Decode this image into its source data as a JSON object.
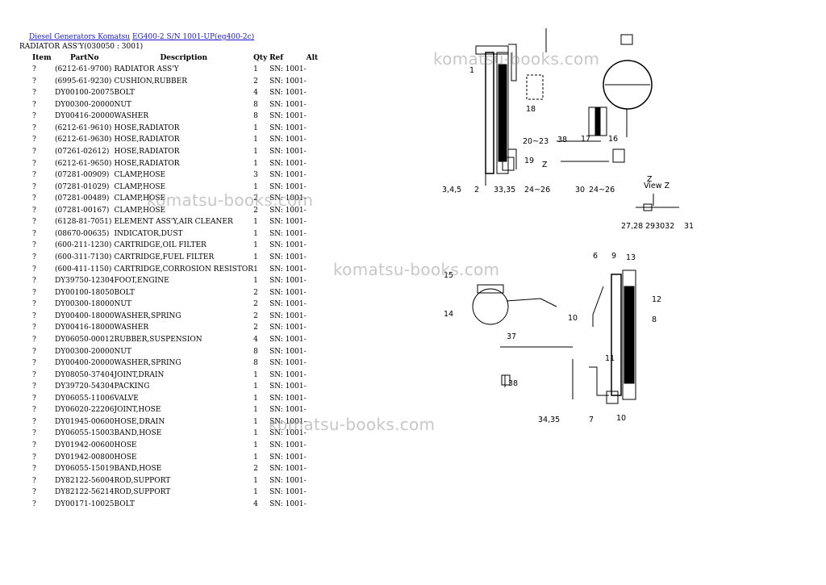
{
  "breadcrumb": {
    "link1": "Diesel Generators Komatsu",
    "link2": "EG400-2 S/N 1001-UP(eg400-2c)"
  },
  "section_title": "RADIATOR ASS'Y(030050 : 3001)",
  "columns": {
    "item": "Item",
    "partno": "PartNo",
    "description": "Description",
    "qty": "Qty",
    "ref": "Ref",
    "alt": "Alt"
  },
  "rows": [
    {
      "item": "?",
      "partno": "(6212-61-9700)",
      "desc": "RADIATOR ASS'Y",
      "qty": "1",
      "ref": "SN: 1001-"
    },
    {
      "item": "?",
      "partno": "(6995-61-9230)",
      "desc": "CUSHION,RUBBER",
      "qty": "2",
      "ref": "SN: 1001-"
    },
    {
      "item": "?",
      "partno": "DY00100-20075",
      "desc": "BOLT",
      "qty": "4",
      "ref": "SN: 1001-"
    },
    {
      "item": "?",
      "partno": "DY00300-20000",
      "desc": "NUT",
      "qty": "8",
      "ref": "SN: 1001-"
    },
    {
      "item": "?",
      "partno": "DY00416-20000",
      "desc": "WASHER",
      "qty": "8",
      "ref": "SN: 1001-"
    },
    {
      "item": "?",
      "partno": "(6212-61-9610)",
      "desc": "HOSE,RADIATOR",
      "qty": "1",
      "ref": "SN: 1001-"
    },
    {
      "item": "?",
      "partno": "(6212-61-9630)",
      "desc": "HOSE,RADIATOR",
      "qty": "1",
      "ref": "SN: 1001-"
    },
    {
      "item": "?",
      "partno": "(07261-02612)",
      "desc": "HOSE,RADIATOR",
      "qty": "1",
      "ref": "SN: 1001-"
    },
    {
      "item": "?",
      "partno": "(6212-61-9650)",
      "desc": "HOSE,RADIATOR",
      "qty": "1",
      "ref": "SN: 1001-"
    },
    {
      "item": "?",
      "partno": "(07281-00909)",
      "desc": "CLAMP,HOSE",
      "qty": "3",
      "ref": "SN: 1001-"
    },
    {
      "item": "?",
      "partno": "(07281-01029)",
      "desc": "CLAMP,HOSE",
      "qty": "1",
      "ref": "SN: 1001-"
    },
    {
      "item": "?",
      "partno": "(07281-00489)",
      "desc": "CLAMP,HOSE",
      "qty": "2",
      "ref": "SN: 1001-"
    },
    {
      "item": "?",
      "partno": "(07281-00167)",
      "desc": "CLAMP,HOSE",
      "qty": "2",
      "ref": "SN: 1001-"
    },
    {
      "item": "?",
      "partno": "(6128-81-7051)",
      "desc": "ELEMENT ASS'Y,AIR CLEANER",
      "qty": "1",
      "ref": "SN: 1001-"
    },
    {
      "item": "?",
      "partno": "(08670-00635)",
      "desc": "INDICATOR,DUST",
      "qty": "1",
      "ref": "SN: 1001-"
    },
    {
      "item": "?",
      "partno": "(600-211-1230)",
      "desc": "CARTRIDGE,OIL FILTER",
      "qty": "1",
      "ref": "SN: 1001-"
    },
    {
      "item": "?",
      "partno": "(600-311-7130)",
      "desc": "CARTRIDGE,FUEL FILTER",
      "qty": "1",
      "ref": "SN: 1001-"
    },
    {
      "item": "?",
      "partno": "(600-411-1150)",
      "desc": "CARTRIDGE,CORROSION RESISTOR",
      "qty": "1",
      "ref": "SN: 1001-"
    },
    {
      "item": "?",
      "partno": "DY39750-12304",
      "desc": "FOOT,ENGINE",
      "qty": "1",
      "ref": "SN: 1001-"
    },
    {
      "item": "?",
      "partno": "DY00100-18050",
      "desc": "BOLT",
      "qty": "2",
      "ref": "SN: 1001-"
    },
    {
      "item": "?",
      "partno": "DY00300-18000",
      "desc": "NUT",
      "qty": "2",
      "ref": "SN: 1001-"
    },
    {
      "item": "?",
      "partno": "DY00400-18000",
      "desc": "WASHER,SPRING",
      "qty": "2",
      "ref": "SN: 1001-"
    },
    {
      "item": "?",
      "partno": "DY00416-18000",
      "desc": "WASHER",
      "qty": "2",
      "ref": "SN: 1001-"
    },
    {
      "item": "?",
      "partno": "DY06050-00012",
      "desc": "RUBBER,SUSPENSION",
      "qty": "4",
      "ref": "SN: 1001-"
    },
    {
      "item": "?",
      "partno": "DY00300-20000",
      "desc": "NUT",
      "qty": "8",
      "ref": "SN: 1001-"
    },
    {
      "item": "?",
      "partno": "DY00400-20000",
      "desc": "WASHER,SPRING",
      "qty": "8",
      "ref": "SN: 1001-"
    },
    {
      "item": "?",
      "partno": "DY08050-37404",
      "desc": "JOINT,DRAIN",
      "qty": "1",
      "ref": "SN: 1001-"
    },
    {
      "item": "?",
      "partno": "DY39720-54304",
      "desc": "PACKING",
      "qty": "1",
      "ref": "SN: 1001-"
    },
    {
      "item": "?",
      "partno": "DY06055-11006",
      "desc": "VALVE",
      "qty": "1",
      "ref": "SN: 1001-"
    },
    {
      "item": "?",
      "partno": "DY06020-22206",
      "desc": "JOINT,HOSE",
      "qty": "1",
      "ref": "SN: 1001-"
    },
    {
      "item": "?",
      "partno": "DY01945-00600",
      "desc": "HOSE,DRAIN",
      "qty": "1",
      "ref": "SN: 1001-"
    },
    {
      "item": "?",
      "partno": "DY06055-15003",
      "desc": "BAND,HOSE",
      "qty": "1",
      "ref": "SN: 1001-"
    },
    {
      "item": "?",
      "partno": "DY01942-00600",
      "desc": "HOSE",
      "qty": "1",
      "ref": "SN: 1001-"
    },
    {
      "item": "?",
      "partno": "DY01942-00800",
      "desc": "HOSE",
      "qty": "1",
      "ref": "SN: 1001-"
    },
    {
      "item": "?",
      "partno": "DY06055-15019",
      "desc": "BAND,HOSE",
      "qty": "2",
      "ref": "SN: 1001-"
    },
    {
      "item": "?",
      "partno": "DY82122-56004",
      "desc": "ROD,SUPPORT",
      "qty": "1",
      "ref": "SN: 1001-"
    },
    {
      "item": "?",
      "partno": "DY82122-56214",
      "desc": "ROD,SUPPORT",
      "qty": "1",
      "ref": "SN: 1001-"
    },
    {
      "item": "?",
      "partno": "DY00171-10025",
      "desc": "BOLT",
      "qty": "4",
      "ref": "SN: 1001-"
    }
  ],
  "watermark": "komatsu-books.com",
  "callouts": {
    "c1": "1",
    "c2": "2",
    "c345": "3,4,5",
    "c3335": "33,35",
    "c2426a": "24~26",
    "c30": "30",
    "c2426b": "24~26",
    "c18": "18",
    "c2023": "20~23",
    "c38a": "38",
    "c19": "19",
    "cZ": "Z",
    "c17": "17",
    "c16": "16",
    "c2728": "27,28",
    "c29303": "293032",
    "c31": "31",
    "cviewz": "View Z",
    "cz2": "Z",
    "c6": "6",
    "c9": "9",
    "c13": "13",
    "c15": "15",
    "c14": "14",
    "c12": "12",
    "c10a": "10",
    "c8": "8",
    "c37": "37",
    "c38b": "38",
    "c11": "11",
    "c3435": "34,35",
    "c7": "7",
    "c10b": "10"
  }
}
